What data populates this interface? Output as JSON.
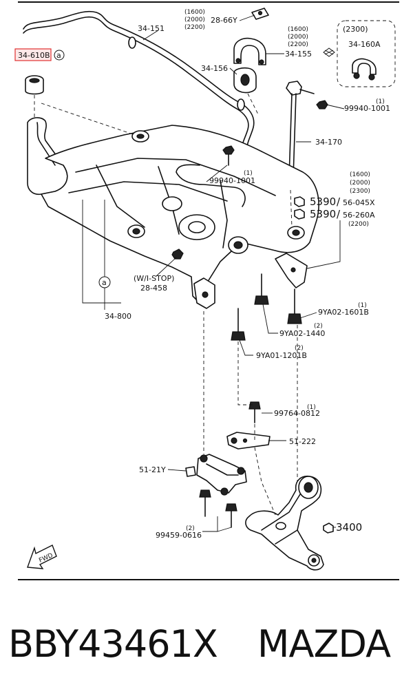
{
  "labels": {
    "p34_151": "34-151",
    "p28_66y": "28-66Y",
    "cap_28_66y": [
      "(1600)",
      "(2000)",
      "(2200)"
    ],
    "p34_155": "34-155",
    "cap_34_155": [
      "(1600)",
      "(2000)",
      "(2200)"
    ],
    "variant_2300": "(2300)",
    "p34_160a": "34-160A",
    "p34_610b": "34-610B",
    "p34_156": "34-156",
    "p99940_upper": "99940-1001",
    "qty_99940_upper": "(1)",
    "p34_170": "34-170",
    "p99940_lower": "99940-1001",
    "qty_99940_lower": "(1)",
    "cap_5390": [
      "(1600)",
      "(2000)",
      "(2300)"
    ],
    "p5390_a": "5390",
    "p56_045x": "56-045X",
    "p5390_b": "5390",
    "p56_260a": "56-260A",
    "cap_56_260a": "(2200)",
    "wi_stop": "(W/I-STOP)",
    "p28_458": "28-458",
    "p34_800": "34-800",
    "p9ya02_1601b": "9YA02-1601B",
    "qty_9ya02_1601b": "(1)",
    "p9ya02_1440": "9YA02-1440",
    "qty_9ya02_1440": "(2)",
    "p9ya01_1201b": "9YA01-1201B",
    "qty_9ya01_1201b": "(2)",
    "p99764_0812": "99764-0812",
    "qty_99764_0812": "(1)",
    "p51_222": "51-222",
    "p51_21y": "51-21Y",
    "p3400": "3400",
    "p99459_0616": "99459-0616",
    "qty_99459_0616": "(2)",
    "fwd": "FWD",
    "circle_a": "a"
  },
  "caption": {
    "part_number": "BBY43461X",
    "brand": "MAZDA"
  },
  "highlight_color": "#e03030"
}
